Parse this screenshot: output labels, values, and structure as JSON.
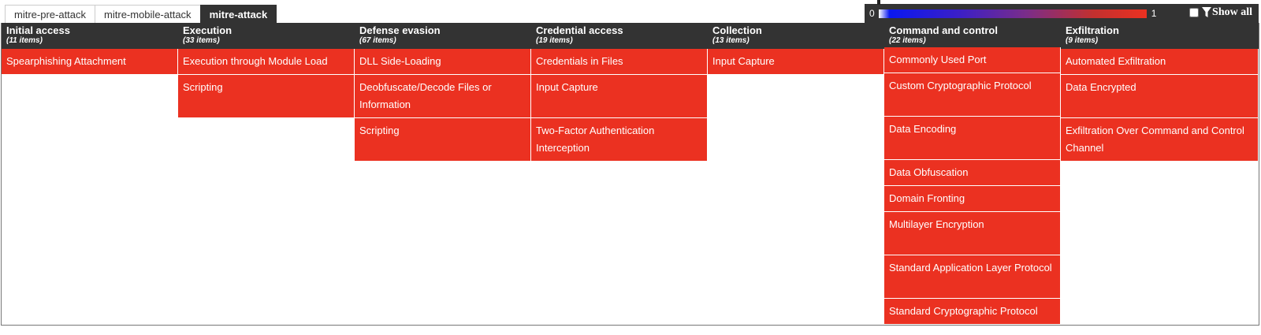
{
  "tabs": [
    {
      "label": "mitre-pre-attack",
      "active": false
    },
    {
      "label": "mitre-mobile-attack",
      "active": false
    },
    {
      "label": "mitre-attack",
      "active": true
    }
  ],
  "legend": {
    "min_label": "0",
    "max_label": "1",
    "show_all_label": "Show all",
    "show_all_checked": false,
    "colors": {
      "low": "#0a18f0",
      "mid": "#7a2d8a",
      "high": "#eb3121"
    }
  },
  "columns": [
    {
      "title": "Initial access",
      "count": "(11 items)",
      "cells": [
        "Spearphishing Attachment"
      ]
    },
    {
      "title": "Execution",
      "count": "(33 items)",
      "cells": [
        "Execution through Module Load",
        "Scripting"
      ]
    },
    {
      "title": "Defense evasion",
      "count": "(67 items)",
      "cells": [
        "DLL Side-Loading",
        "Deobfuscate/Decode Files or Information",
        "Scripting"
      ]
    },
    {
      "title": "Credential access",
      "count": "(19 items)",
      "cells": [
        "Credentials in Files",
        "Input Capture",
        "Two-Factor Authentication Interception"
      ]
    },
    {
      "title": "Collection",
      "count": "(13 items)",
      "cells": [
        "Input Capture"
      ]
    },
    {
      "title": "Command and control",
      "count": "(22 items)",
      "cells": [
        "Commonly Used Port",
        "Custom Cryptographic Protocol",
        "Data Encoding",
        "Data Obfuscation",
        "Domain Fronting",
        "Multilayer Encryption",
        "Standard Application Layer Protocol",
        "Standard Cryptographic Protocol"
      ]
    },
    {
      "title": "Exfiltration",
      "count": "(9 items)",
      "cells": [
        "Automated Exfiltration",
        "Data Encrypted",
        "Exfiltration Over Command and Control Channel"
      ]
    }
  ],
  "cell_color": "#eb3121"
}
